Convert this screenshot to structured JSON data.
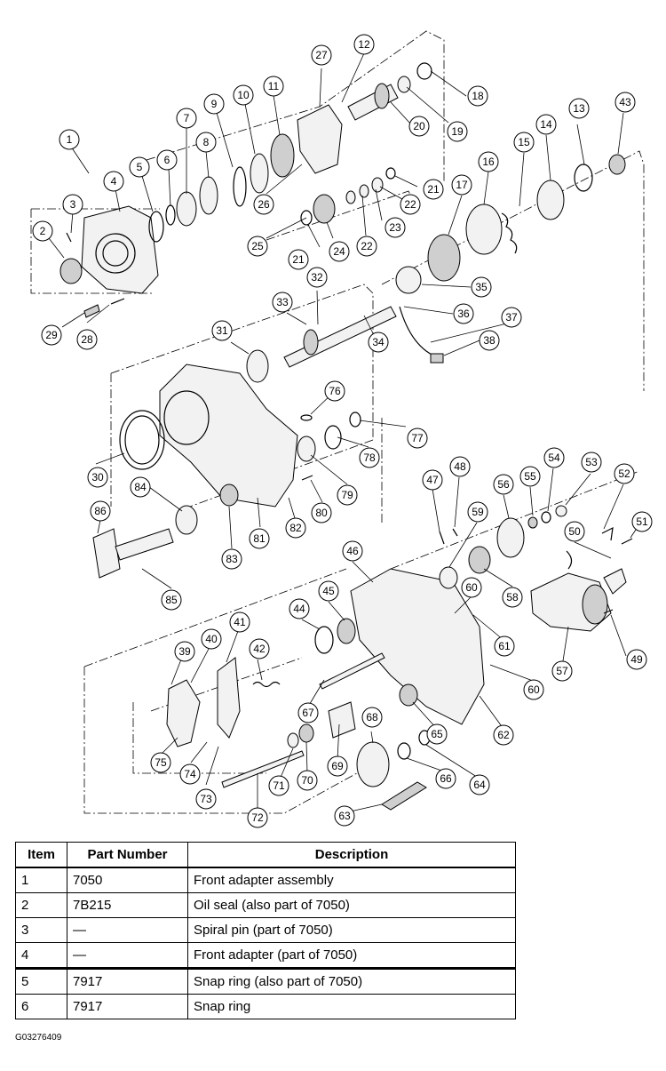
{
  "figure_id": "G03276409",
  "callouts": [
    {
      "label": "1"
    },
    {
      "label": "2"
    },
    {
      "label": "3"
    },
    {
      "label": "4"
    },
    {
      "label": "5"
    },
    {
      "label": "6"
    },
    {
      "label": "7"
    },
    {
      "label": "8"
    },
    {
      "label": "9"
    },
    {
      "label": "10"
    },
    {
      "label": "11"
    },
    {
      "label": "12"
    },
    {
      "label": "13"
    },
    {
      "label": "14"
    },
    {
      "label": "15"
    },
    {
      "label": "16"
    },
    {
      "label": "17"
    },
    {
      "label": "18"
    },
    {
      "label": "19"
    },
    {
      "label": "20"
    },
    {
      "label": "21"
    },
    {
      "label": "21"
    },
    {
      "label": "22"
    },
    {
      "label": "22"
    },
    {
      "label": "23"
    },
    {
      "label": "24"
    },
    {
      "label": "25"
    },
    {
      "label": "26"
    },
    {
      "label": "27"
    },
    {
      "label": "28"
    },
    {
      "label": "29"
    },
    {
      "label": "30"
    },
    {
      "label": "31"
    },
    {
      "label": "32"
    },
    {
      "label": "33"
    },
    {
      "label": "34"
    },
    {
      "label": "35"
    },
    {
      "label": "36"
    },
    {
      "label": "37"
    },
    {
      "label": "38"
    },
    {
      "label": "39"
    },
    {
      "label": "40"
    },
    {
      "label": "41"
    },
    {
      "label": "42"
    },
    {
      "label": "43"
    },
    {
      "label": "44"
    },
    {
      "label": "45"
    },
    {
      "label": "46"
    },
    {
      "label": "47"
    },
    {
      "label": "48"
    },
    {
      "label": "49"
    },
    {
      "label": "50"
    },
    {
      "label": "51"
    },
    {
      "label": "52"
    },
    {
      "label": "53"
    },
    {
      "label": "54"
    },
    {
      "label": "55"
    },
    {
      "label": "56"
    },
    {
      "label": "57"
    },
    {
      "label": "58"
    },
    {
      "label": "59"
    },
    {
      "label": "60"
    },
    {
      "label": "60"
    },
    {
      "label": "61"
    },
    {
      "label": "62"
    },
    {
      "label": "63"
    },
    {
      "label": "64"
    },
    {
      "label": "65"
    },
    {
      "label": "66"
    },
    {
      "label": "67"
    },
    {
      "label": "68"
    },
    {
      "label": "69"
    },
    {
      "label": "70"
    },
    {
      "label": "71"
    },
    {
      "label": "72"
    },
    {
      "label": "73"
    },
    {
      "label": "74"
    },
    {
      "label": "75"
    },
    {
      "label": "76"
    },
    {
      "label": "77"
    },
    {
      "label": "78"
    },
    {
      "label": "79"
    },
    {
      "label": "80"
    },
    {
      "label": "81"
    },
    {
      "label": "82"
    },
    {
      "label": "83"
    },
    {
      "label": "84"
    },
    {
      "label": "85"
    },
    {
      "label": "86"
    }
  ],
  "table": {
    "headers": {
      "item": "Item",
      "part_number": "Part Number",
      "description": "Description"
    },
    "rows": [
      {
        "item": "1",
        "part_number": "7050",
        "description": "Front adapter assembly"
      },
      {
        "item": "2",
        "part_number": "7B215",
        "description": "Oil seal (also part of 7050)"
      },
      {
        "item": "3",
        "part_number": "—",
        "description": "Spiral pin (part of 7050)"
      },
      {
        "item": "4",
        "part_number": "—",
        "description": "Front adapter (part of 7050)"
      },
      {
        "item": "5",
        "part_number": "7917",
        "description": "Snap ring (also part of 7050)"
      },
      {
        "item": "6",
        "part_number": "7917",
        "description": "Snap ring"
      }
    ]
  }
}
